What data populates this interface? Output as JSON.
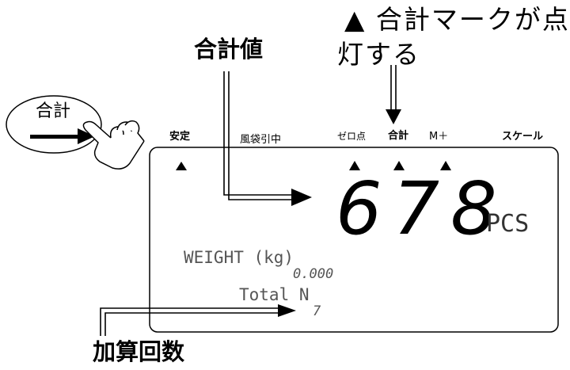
{
  "callouts": {
    "indicator_note_line1": "▲ 合計マークが点",
    "indicator_note_line2": "灯する",
    "total_value": "合計値",
    "count": "加算回数",
    "button_label": "合計"
  },
  "indicators": {
    "stable": "安定",
    "windbag": "風袋引中",
    "zero": "ゼロ点",
    "total": "合計",
    "mplus": "M＋",
    "scale": "スケール"
  },
  "display": {
    "main_digits": "678",
    "unit": "PCS",
    "weight_label": "WEIGHT (kg)",
    "weight_value": "0.000",
    "total_label": "Total N",
    "total_count": "7"
  },
  "colors": {
    "ink": "#000000",
    "lcd_text": "#555555"
  },
  "icons": [
    "pointing-hand-icon",
    "arrow-right-icon",
    "indicator-triangle-icon"
  ]
}
